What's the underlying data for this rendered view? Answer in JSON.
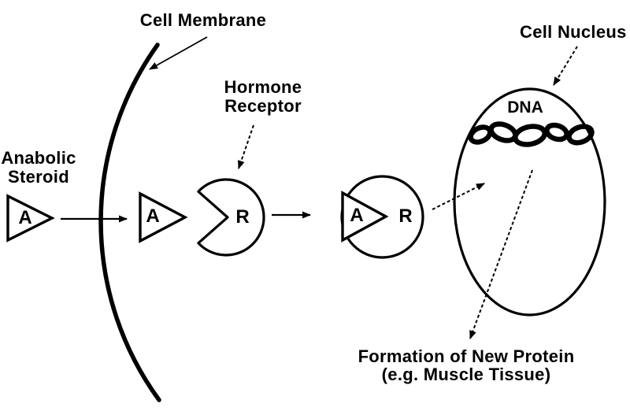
{
  "colors": {
    "ink": "#000000",
    "background": "#ffffff"
  },
  "labels": {
    "cell_membrane": "Cell Membrane",
    "anabolic_steroid": {
      "line1": "Anabolic",
      "line2": "Steroid"
    },
    "hormone_receptor": {
      "line1": "Hormone",
      "line2": "Receptor"
    },
    "cell_nucleus": "Cell Nucleus",
    "dna": "DNA",
    "formation": {
      "line1": "Formation of New Protein",
      "line2": "(e.g. Muscle Tissue)"
    }
  },
  "glyphs": {
    "steroid_letter": "A",
    "receptor_letter": "R"
  }
}
